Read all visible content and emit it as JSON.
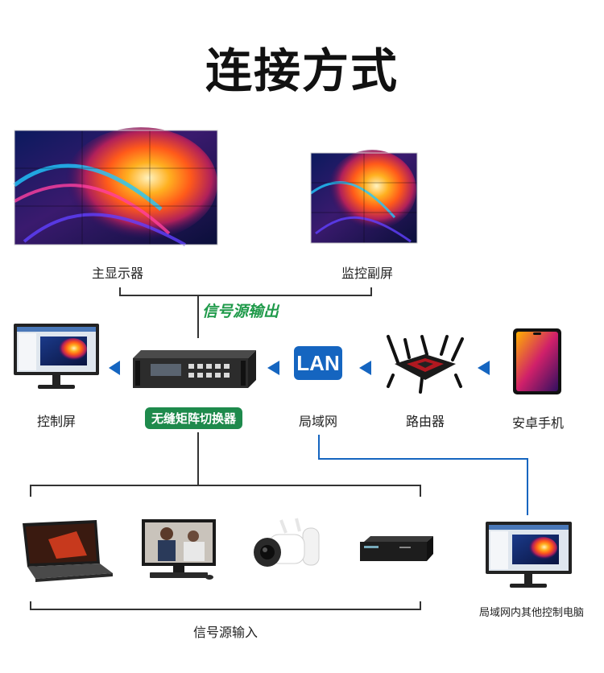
{
  "title": "连接方式",
  "labels": {
    "main_display": "主显示器",
    "monitor_screen": "监控副屏",
    "signal_source_output": "信号源输出",
    "control_screen": "控制屏",
    "matrix_switcher": "无缝矩阵切换器",
    "lan": "局域网",
    "router": "路由器",
    "android_phone": "安卓手机",
    "signal_source_input": "信号源输入",
    "lan_other_pc": "局域网内其他控制电脑"
  },
  "lan_badge": "LAN",
  "colors": {
    "green": "#1e8a4c",
    "arrow_blue": "#1565c0",
    "lan_blue": "#1565c0",
    "line_dark": "#333333"
  }
}
